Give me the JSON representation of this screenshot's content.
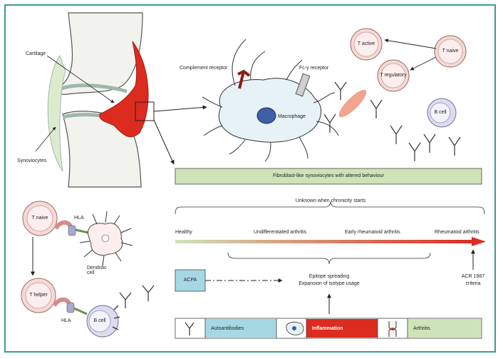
{
  "joint": {
    "cartilage_label": "Cartilage",
    "synoviocytes_label": "Synoviocytes"
  },
  "macrophage": {
    "complement_label": "Complement receptor",
    "fc_label": "Fc-γ receptor",
    "cell_label": "Macrophage"
  },
  "tcells": {
    "active": "T active",
    "naive": "T naive",
    "regulatory": "T regulatory",
    "bcell": "B cell"
  },
  "fibroblast_banner": "Fibroblast-like synoviocytes with altered behaviour",
  "timeline": {
    "chronicity": "Unknown when chronicity starts",
    "stages": [
      "Healthy",
      "Undifferentiated arthritis",
      "Early rheumatoid arthritis",
      "Rheumatoid arthritis"
    ],
    "acpa": "ACPA",
    "epitope_line1": "Epitope spreading",
    "epitope_line2": "Expansion of isotype usage",
    "acr_line1": "ACR 1987",
    "acr_line2": "criteria"
  },
  "presentation": {
    "tnaive": "T naive",
    "hla_top": "HLA",
    "dendritic": "Dendritic cell",
    "thelper": "T helper",
    "hla_bottom": "HLA",
    "bcell": "B cell"
  },
  "legend": {
    "autoantibodies": "Autoantibodies",
    "inflammation": "Inflammation",
    "arthritis": "Arthritis"
  },
  "colors": {
    "frame": "#3e9c8c",
    "inflammation": "#dc2b1f",
    "fibroblast_banner": "#cfe3b9",
    "autoantibodies": "#a6d8e4",
    "arthritis": "#cfe3b9",
    "tcell_fill": "#f4d9d5",
    "bcell_fill": "#dcdcef",
    "macrophage_fill": "#e6f2f6",
    "cartilage": "#c6e0d4",
    "acpa_box": "#a6d8e4"
  }
}
